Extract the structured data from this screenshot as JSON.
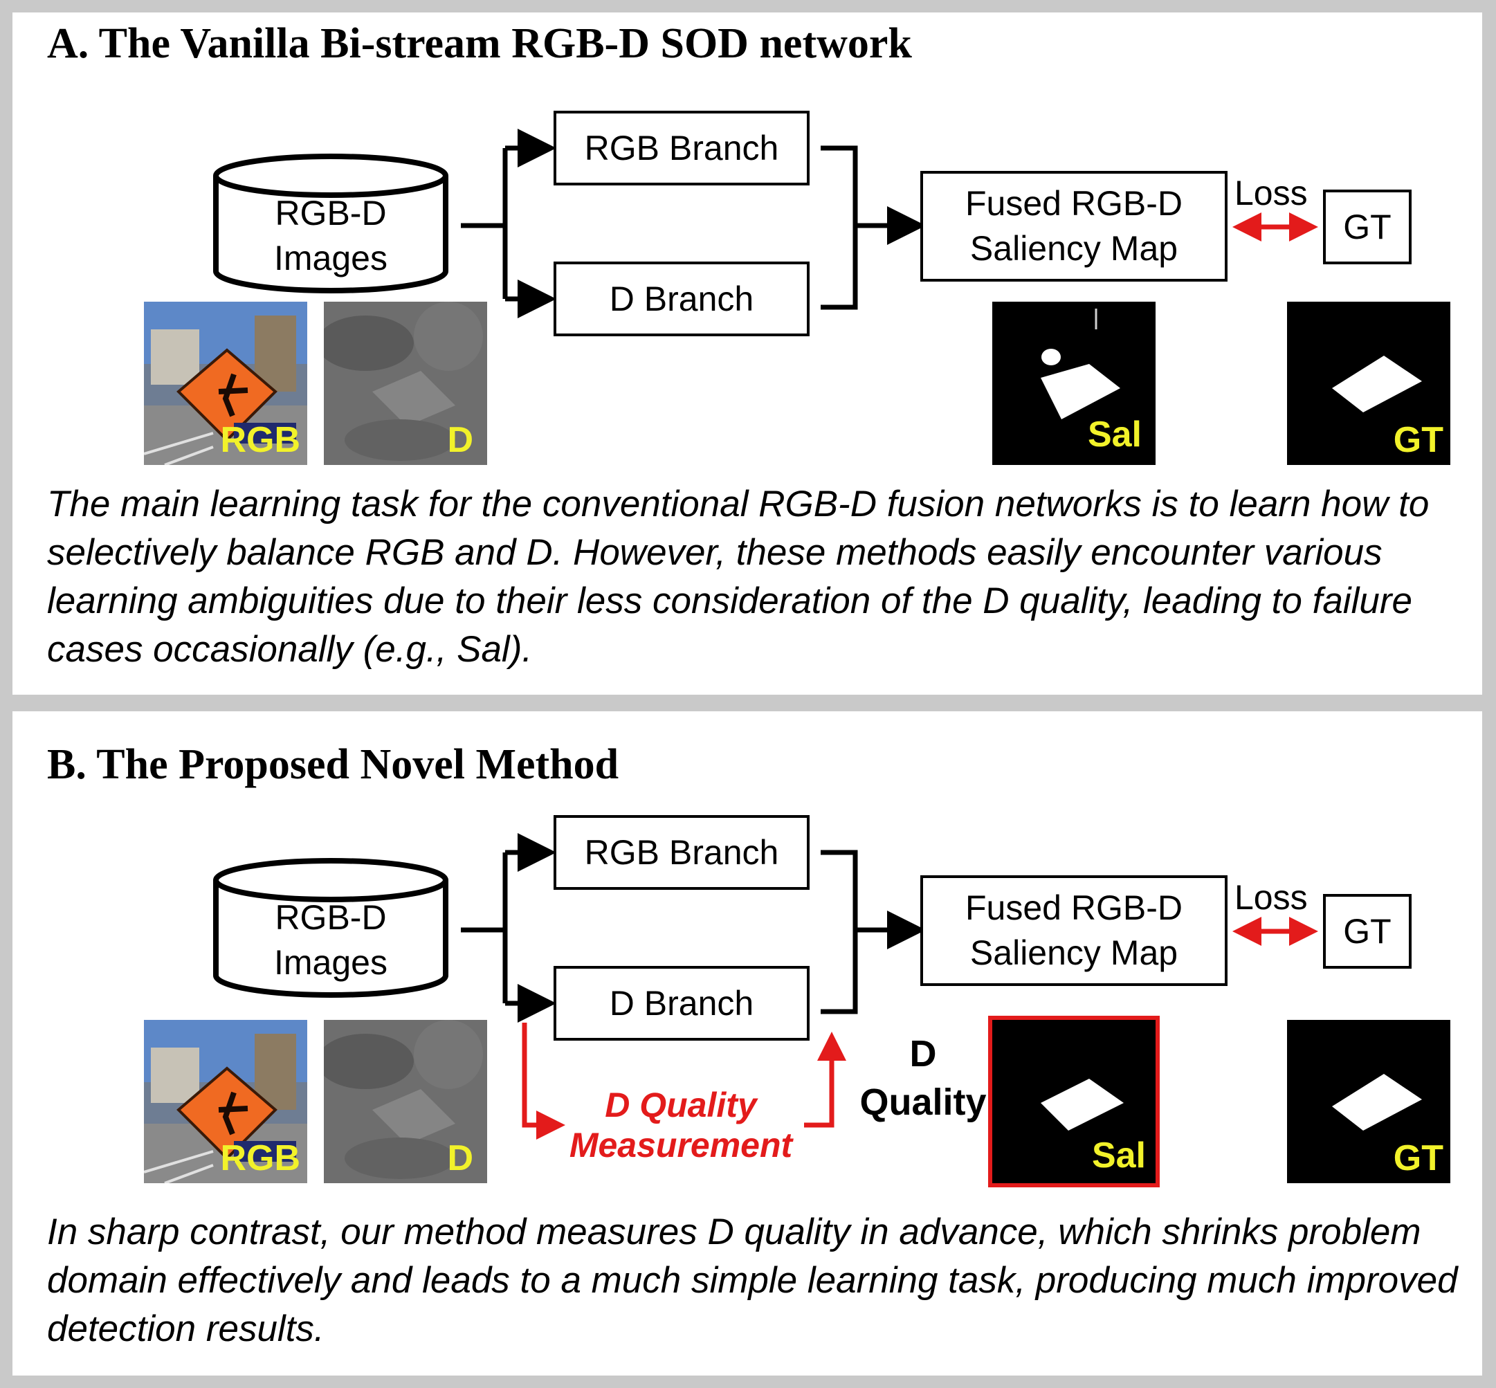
{
  "panel_a": {
    "title": "A. The Vanilla Bi-stream RGB-D SOD network",
    "database_line1": "RGB-D",
    "database_line2": "Images",
    "rgb_branch": "RGB Branch",
    "d_branch": "D Branch",
    "fused_line1": "Fused RGB-D",
    "fused_line2": "Saliency Map",
    "loss": "Loss",
    "gt_box": "GT",
    "tag_rgb": "RGB",
    "tag_d": "D",
    "tag_sal": "Sal",
    "tag_gt": "GT",
    "caption": "The main learning task for the conventional RGB-D fusion networks is to learn how to selectively balance RGB and D.  However, these methods easily encounter various learning ambiguities due to their less consideration of the D quality, leading to failure cases occasionally (e.g., Sal)."
  },
  "panel_b": {
    "title": "B. The Proposed Novel Method",
    "database_line1": "RGB-D",
    "database_line2": "Images",
    "rgb_branch": "RGB Branch",
    "d_branch": "D Branch",
    "fused_line1": "Fused RGB-D",
    "fused_line2": "Saliency Map",
    "loss": "Loss",
    "gt_box": "GT",
    "dqm_line1": "D Quality",
    "dqm_line2": "Measurement",
    "dq_line1": "D",
    "dq_line2": "Quality",
    "tag_rgb": "RGB",
    "tag_d": "D",
    "tag_sal": "Sal",
    "tag_gt": "GT",
    "caption": "In sharp contrast, our method measures D quality in advance,  which shrinks problem domain effectively and leads to a much simple learning task, producing much improved detection results."
  },
  "colors": {
    "background": "#c9c9c9",
    "panel": "#ffffff",
    "highlight_red": "#e31b1b",
    "thumb_tag_yellow": "#f2f22a"
  }
}
